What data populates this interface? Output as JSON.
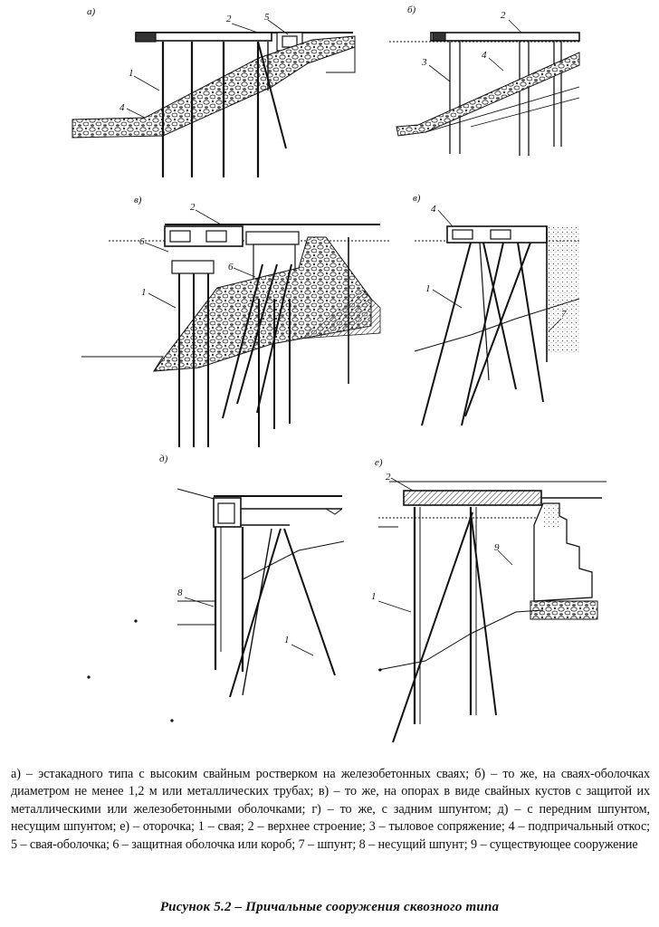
{
  "panels": [
    {
      "letter": "а)",
      "callouts": [
        "1",
        "2",
        "4",
        "5"
      ]
    },
    {
      "letter": "б)",
      "callouts": [
        "2",
        "3",
        "4"
      ]
    },
    {
      "letter": "в)",
      "callouts": [
        "1",
        "2",
        "6",
        "6"
      ]
    },
    {
      "letter": "в)",
      "callouts": [
        "1",
        "4",
        "7"
      ]
    },
    {
      "letter": "д)",
      "callouts": [
        "8",
        "1"
      ]
    },
    {
      "letter": "е)",
      "callouts": [
        "2",
        "9",
        "1"
      ]
    }
  ],
  "caption": "а) – эстакадного типа с высоким свайным ростверком на железобетонных сваях; б) – то же, на сваях-оболочках диаметром не менее 1,2 м или металлических трубах; в) – то же, на опорах в виде свайных кустов с защитой их металлическими или железобетонными оболочками; г) – то же, с задним шпунтом; д) – с передним шпунтом, несущим шпунтом; е) – оторочка; 1 – свая; 2 – верхнее строение; 3 – тыловое сопряжение; 4 – подпричальный откос; 5 – свая-оболочка; 6 – защитная оболочка или короб; 7 – шпунт; 8 – несущий шпунт; 9 – существующее сооружение",
  "title": "Рисунок 5.2 – Причальные сооружения сквозного типа"
}
